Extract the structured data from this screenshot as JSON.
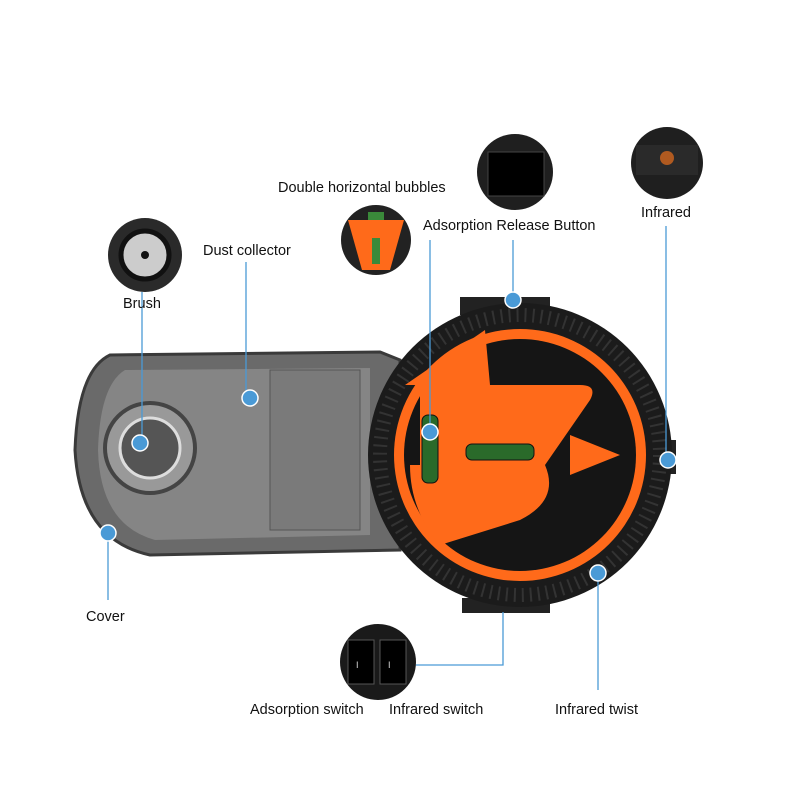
{
  "labels": {
    "bubbles": "Double horizontal bubbles",
    "release": "Adsorption Release Button",
    "infrared": "Infrared",
    "dust": "Dust collector",
    "brush": "Brush",
    "cover": "Cover",
    "ads_switch": "Adsorption switch",
    "ir_switch": "Infrared switch",
    "ir_twist": "Infrared twist"
  },
  "colors": {
    "accent": "#ff6a1a",
    "dot": "#4a9ad6",
    "line": "#4a9ad6",
    "body": "#1a1a1a"
  }
}
